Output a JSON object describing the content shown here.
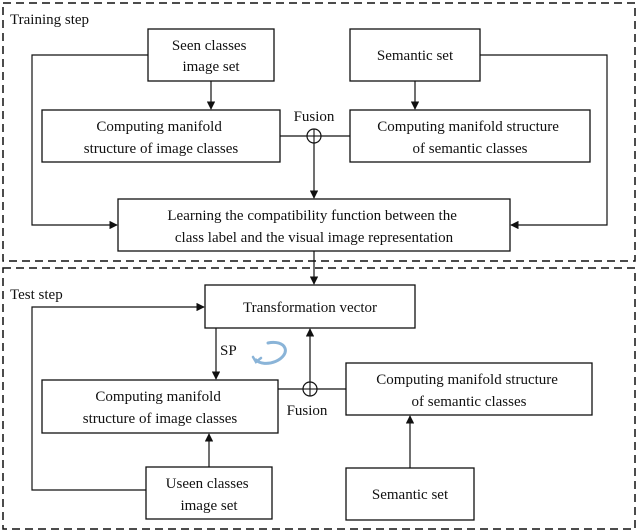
{
  "sections": {
    "training": "Training step",
    "test": "Test step"
  },
  "training": {
    "seen": [
      "Seen classes",
      "image set"
    ],
    "semantic_set": [
      "Semantic set"
    ],
    "manifold_image": [
      "Computing manifold",
      "structure of image classes"
    ],
    "manifold_semantic": [
      "Computing manifold structure",
      "of semantic classes"
    ],
    "fusion": "Fusion",
    "compat": [
      "Learning the compatibility function between the",
      "class label and the visual image representation"
    ]
  },
  "test": {
    "transformation": [
      "Transformation vector"
    ],
    "sp": "SP",
    "manifold_image": [
      "Computing manifold",
      "structure of image classes"
    ],
    "manifold_semantic": [
      "Computing manifold structure",
      "of semantic classes"
    ],
    "fusion": "Fusion",
    "unseen": [
      "Useen classes",
      "image set"
    ],
    "semantic_set": [
      "Semantic set"
    ]
  },
  "colors": {
    "stroke": "#111111",
    "sp_icon": "#8ab4d8"
  }
}
